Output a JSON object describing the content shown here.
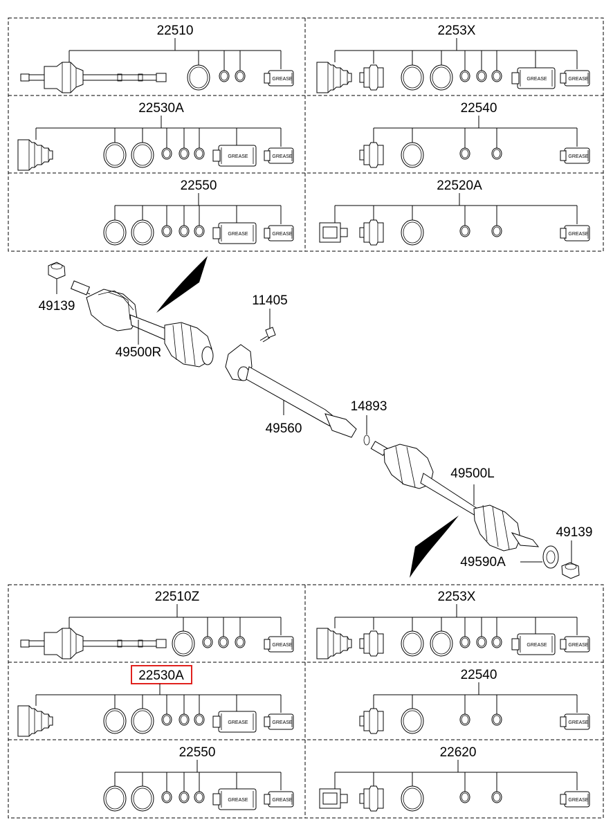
{
  "top_panels": [
    {
      "id": "22510"
    },
    {
      "id": "2253X"
    },
    {
      "id": "22530A"
    },
    {
      "id": "22540"
    },
    {
      "id": "22550"
    },
    {
      "id": "22520A"
    }
  ],
  "bottom_panels": [
    {
      "id": "22510Z"
    },
    {
      "id": "2253X"
    },
    {
      "id": "22530A"
    },
    {
      "id": "22540"
    },
    {
      "id": "22550"
    },
    {
      "id": "22620"
    }
  ],
  "grease_label": "GREASE",
  "callouts": {
    "nut_top": "49139",
    "shaft_right": "49500R",
    "bolt": "11405",
    "intermediate_shaft": "49560",
    "circlip": "14893",
    "shaft_left": "49500L",
    "nut_bottom": "49139",
    "tone_ring": "49590A"
  },
  "highlight": {
    "panel": "22530A",
    "color": "#e0211d"
  }
}
